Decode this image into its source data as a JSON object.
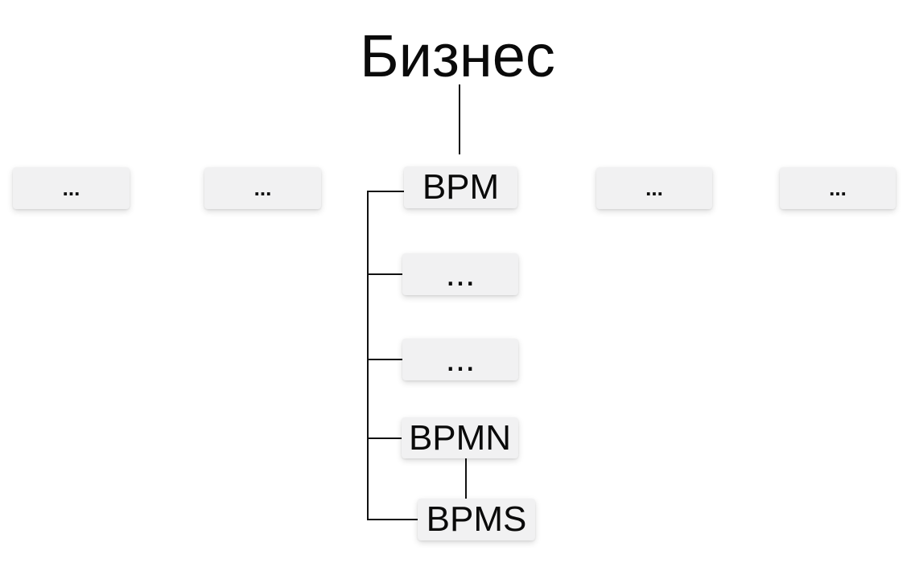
{
  "colors": {
    "page_bg": "#ffffff",
    "box_bg": "#f1f1f2",
    "line": "#111111",
    "text": "#0a0a0a"
  },
  "diagram": {
    "root_label": "Бизнес",
    "top_row": [
      {
        "label": "..."
      },
      {
        "label": "..."
      },
      {
        "label": "BPM"
      },
      {
        "label": "..."
      },
      {
        "label": "..."
      }
    ],
    "bpm_children": [
      {
        "label": "..."
      },
      {
        "label": "..."
      },
      {
        "label": "BPMN"
      },
      {
        "label": "BPMS"
      }
    ]
  }
}
